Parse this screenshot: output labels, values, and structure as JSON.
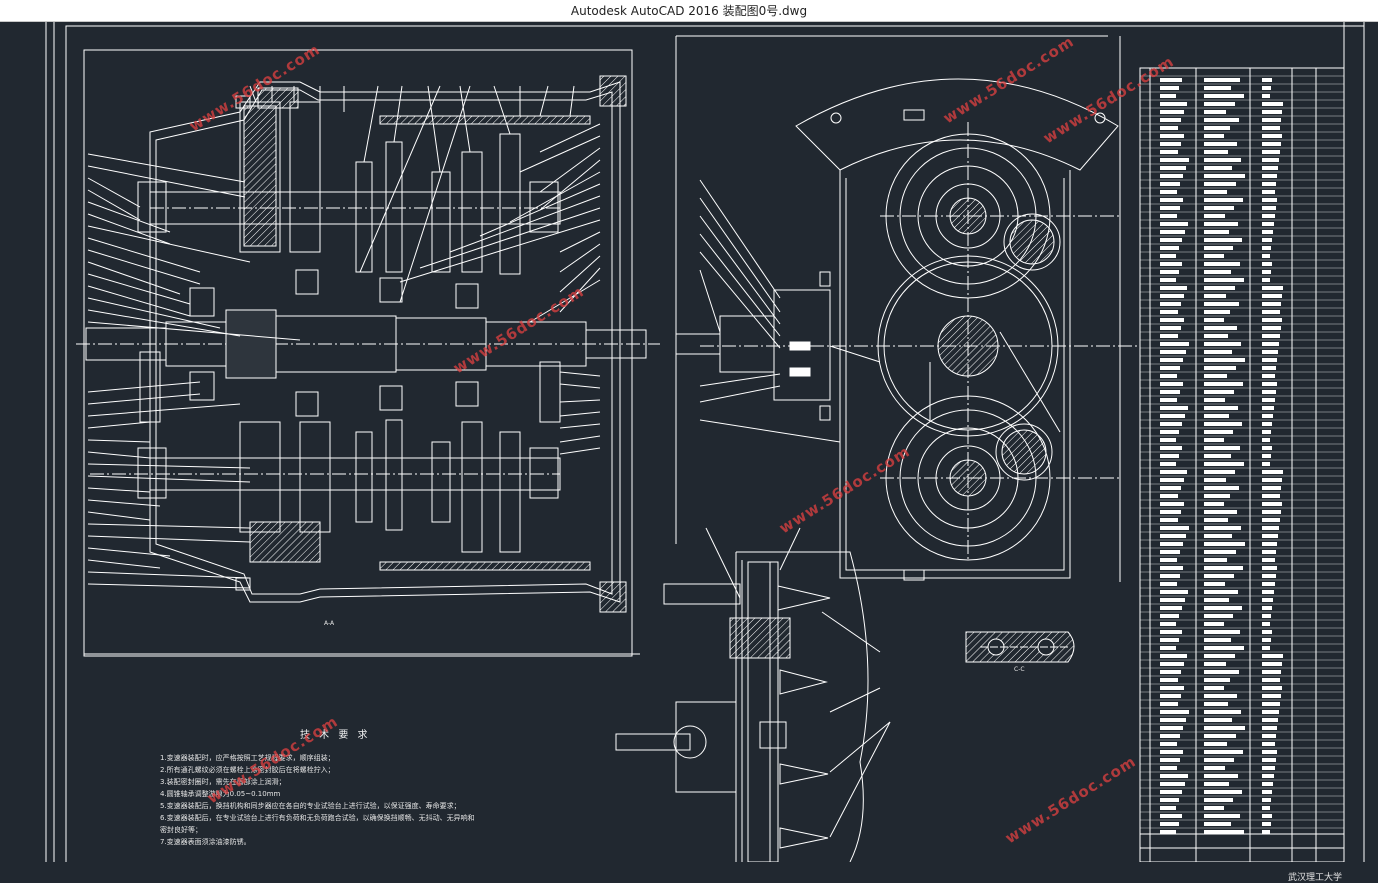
{
  "window": {
    "title": "Autodesk AutoCAD 2016     装配图0号.dwg"
  },
  "drawing": {
    "background": "#212830",
    "line_color": "#ffffff",
    "watermark_color": "#e04040",
    "watermark_text": "www.56doc.com",
    "tech_requirements": {
      "title": "技 术 要 求",
      "items": [
        "1.变速器装配时，应严格按照工艺规程要求，顺序组装；",
        "2.所有通孔螺纹必须在螺栓上涂密封胶后在将螺栓拧入；",
        "3.装配密封圈时，需先在唇部涂上润滑；",
        "4.圆锥轴承调整游隙为0.05~0.10mm",
        "5.变速器装配后，换挡机构和同步器应在各自的专业试验台上进行试验，以保证强度、寿命要求；",
        "6.变速器装配后，在专业试验台上进行有负荷和无负荷跑合试验，以确保换挡顺畅、无抖动、无异响和",
        "密封良好等；",
        "7.变速器表面须涂油漆防锈。"
      ]
    },
    "section_labels": {
      "main_view": "A-A",
      "small_view": "C-C"
    },
    "title_block": {
      "school": "武汉理工大学"
    }
  }
}
